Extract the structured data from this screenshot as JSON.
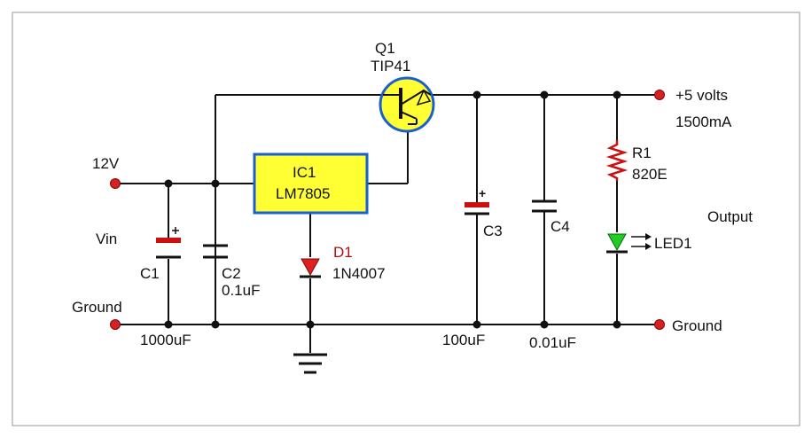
{
  "labels": {
    "q1_name": "Q1",
    "q1_part": "TIP41",
    "ic1_name": "IC1",
    "ic1_part": "LM7805",
    "d1_name": "D1",
    "d1_part": "1N4007",
    "in_voltage": "12V",
    "vin": "Vin",
    "ground_left": "Ground",
    "ground_right": "Ground",
    "out_voltage": "+5 volts",
    "out_current": "1500mA",
    "output": "Output",
    "c1_name": "C1",
    "c1_value": "1000uF",
    "c2_name": "C2",
    "c2_value": "0.1uF",
    "c3_name": "C3",
    "c3_value": "100uF",
    "c4_name": "C4",
    "c4_value": "0.01uF",
    "r1_name": "R1",
    "r1_value": "820E",
    "led1_name": "LED1",
    "plus_c1": "+",
    "plus_c3": "+"
  },
  "colors": {
    "ic_fill": "#ffff33",
    "ic_border": "#1a5fd0",
    "transistor_fill": "#ffff33",
    "transistor_border": "#1a5fd0",
    "terminal": "#d82020",
    "diode": "#e02020",
    "led": "#22cc22",
    "resistor": "#cc1010",
    "cap_plate_polarized": "#cc1010"
  }
}
